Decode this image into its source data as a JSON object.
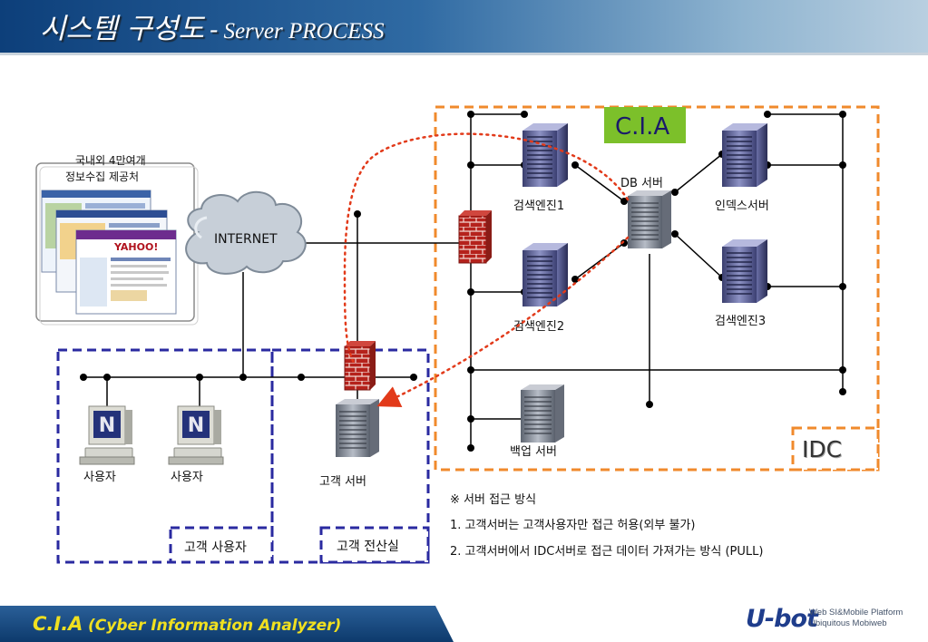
{
  "header": {
    "title": "시스템 구성도",
    "dash": "-",
    "subtitle": "Server PROCESS"
  },
  "diagram": {
    "source_label_line1": "국내외 4만여개",
    "source_label_line2": "정보수집 제공처",
    "internet_label": "INTERNET",
    "cia_label": "C.I.A",
    "idc_label": "IDC",
    "db_server_label": "DB 서버",
    "search_engine1_label": "검색엔진1",
    "search_engine2_label": "검색엔진2",
    "search_engine3_label": "검색엔진3",
    "index_server_label": "인덱스서버",
    "backup_server_label": "백업 서버",
    "user1_label": "사용자",
    "user2_label": "사용자",
    "customer_server_label": "고객 서버",
    "customer_user_label": "고객 사용자",
    "customer_it_label": "고객 전산실",
    "colors": {
      "cia_box": "#7cc02a",
      "idc_border": "#f08a2c",
      "blue_border": "#2a2aa0",
      "arrow": "#e23a1a"
    }
  },
  "notes": {
    "title": "※  서버 접근 방식",
    "item1": "1. 고객서버는  고객사용자만 접근 허용(외부 불가)",
    "item2": "2. 고객서버에서 IDC서버로 접근 데이터 가져가는 방식 (PULL)"
  },
  "footer": {
    "brand": "C.I.A",
    "tagline": "(Cyber Information Analyzer)",
    "logo": "U-bot",
    "logo_sub1": "Web SI&Mobile Platform",
    "logo_sub2": "Ubiquitous Mobiweb"
  }
}
